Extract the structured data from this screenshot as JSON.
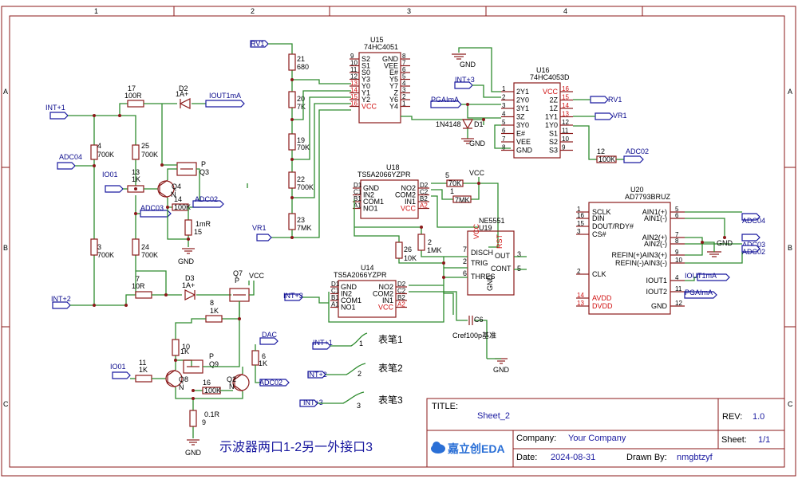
{
  "frame": {
    "col_labels": [
      "1",
      "2",
      "3",
      "4"
    ],
    "row_labels": [
      "A",
      "B",
      "C"
    ]
  },
  "title_block": {
    "title_label": "TITLE:",
    "title_value": "Sheet_2",
    "rev_label": "REV:",
    "rev_value": "1.0",
    "company_label": "Company:",
    "company_value": "Your Company",
    "sheet_label": "Sheet:",
    "sheet_value": "1/1",
    "date_label": "Date:",
    "date_value": "2024-08-31",
    "drawn_label": "Drawn By:",
    "drawn_value": "nmgbtzyf",
    "logo_text": "嘉立创EDA"
  },
  "ports": {
    "int1": "INT+1",
    "int2": "INT+2",
    "int3": "INT+3",
    "adc04": "ADC04",
    "adc03": "ADC03",
    "adc02": "ADC02",
    "io01": "IO01",
    "iout1ma": "IOUT1mA",
    "pgaima": "PGAImA",
    "rv1": "RV1",
    "vr1": "VR1",
    "vcc": "VCC",
    "gnd": "GND",
    "dac": "DAC"
  },
  "components": {
    "r17": {
      "ref": "17",
      "val": "100R"
    },
    "r4": {
      "ref": "4",
      "val": "700K"
    },
    "r25": {
      "ref": "25",
      "val": "700K"
    },
    "r13": {
      "ref": "13",
      "val": "1K"
    },
    "r14": {
      "ref": "14",
      "val": "100K"
    },
    "r15": {
      "ref": "15",
      "val": "1mR"
    },
    "r3": {
      "ref": "3",
      "val": "700K"
    },
    "r24": {
      "ref": "24",
      "val": "700K"
    },
    "r7": {
      "ref": "7",
      "val": "10R"
    },
    "r8": {
      "ref": "8",
      "val": "1K"
    },
    "r10": {
      "ref": "10",
      "val": "1K"
    },
    "r11": {
      "ref": "11",
      "val": "1K"
    },
    "r9": {
      "ref": "9",
      "val": "0.1R"
    },
    "r16": {
      "ref": "16",
      "val": "100K"
    },
    "r6": {
      "ref": "6",
      "val": "1K"
    },
    "r21": {
      "ref": "21",
      "val": "680"
    },
    "r20": {
      "ref": "20",
      "val": "7K"
    },
    "r19": {
      "ref": "19",
      "val": "70K"
    },
    "r22": {
      "ref": "22",
      "val": "700K"
    },
    "r23": {
      "ref": "23",
      "val": "7MK"
    },
    "r5": {
      "ref": "5",
      "val": "70K"
    },
    "r1": {
      "ref": "1",
      "val": "7MK"
    },
    "r2": {
      "ref": "2",
      "val": "1MK"
    },
    "r26": {
      "ref": "26",
      "val": "10K"
    },
    "r12": {
      "ref": "12",
      "val": "100K"
    },
    "d2": {
      "ref": "D2",
      "val": "1A+"
    },
    "d3": {
      "ref": "D3",
      "val": "1A+"
    },
    "d1": {
      "ref": "D1",
      "val": "1N4148"
    },
    "q3": {
      "ref": "Q3",
      "val": "P"
    },
    "q4": {
      "ref": "Q4",
      "val": "N"
    },
    "q7": {
      "ref": "Q7",
      "val": "P"
    },
    "q9": {
      "ref": "Q9",
      "val": "P"
    },
    "q8": {
      "ref": "Q8",
      "val": "N"
    },
    "q2": {
      "ref": "Q2",
      "val": "N"
    },
    "c6": {
      "ref": "C6",
      "val": "Cref100p基准"
    }
  },
  "u15": {
    "ref": "U15",
    "part": "74HC4051",
    "left_pins": [
      {
        "num": "9",
        "name": "S2"
      },
      {
        "num": "10",
        "name": "S1"
      },
      {
        "num": "11",
        "name": "S0"
      },
      {
        "num": "12",
        "name": "Y3"
      },
      {
        "num": "13",
        "name": "Y0"
      },
      {
        "num": "14",
        "name": "Y1"
      },
      {
        "num": "15",
        "name": "Y2"
      },
      {
        "num": "16",
        "name": "VCC"
      }
    ],
    "right_pins": [
      {
        "num": "8",
        "name": "GND"
      },
      {
        "num": "7",
        "name": "VEE"
      },
      {
        "num": "6",
        "name": "E#"
      },
      {
        "num": "5",
        "name": "Y5"
      },
      {
        "num": "4",
        "name": "Y7"
      },
      {
        "num": "3",
        "name": "Z"
      },
      {
        "num": "2",
        "name": "Y6"
      },
      {
        "num": "1",
        "name": "Y4"
      }
    ]
  },
  "u16": {
    "ref": "U16",
    "part": "74HC4053D",
    "left_pins": [
      {
        "num": "1",
        "name": "2Y1"
      },
      {
        "num": "2",
        "name": "2Y0"
      },
      {
        "num": "3",
        "name": "3Y1"
      },
      {
        "num": "4",
        "name": "3Z"
      },
      {
        "num": "5",
        "name": "3Y0"
      },
      {
        "num": "6",
        "name": "E#"
      },
      {
        "num": "7",
        "name": "VEE"
      },
      {
        "num": "8",
        "name": "GND"
      }
    ],
    "right_pins": [
      {
        "num": "16",
        "name": "VCC"
      },
      {
        "num": "15",
        "name": "2Z"
      },
      {
        "num": "14",
        "name": "1Z"
      },
      {
        "num": "13",
        "name": "1Y1"
      },
      {
        "num": "12",
        "name": "1Y0"
      },
      {
        "num": "11",
        "name": "S1"
      },
      {
        "num": "10",
        "name": "S2"
      },
      {
        "num": "9",
        "name": "S3"
      }
    ]
  },
  "u18": {
    "ref": "U18",
    "part": "TS5A2066YZPR",
    "left_pins": [
      {
        "num": "D1",
        "name": "GND"
      },
      {
        "num": "C1",
        "name": "IN2"
      },
      {
        "num": "B1",
        "name": "COM1"
      },
      {
        "num": "A1",
        "name": "NO1"
      }
    ],
    "right_pins": [
      {
        "num": "D2",
        "name": "NO2"
      },
      {
        "num": "C2",
        "name": "COM2"
      },
      {
        "num": "B2",
        "name": "IN1"
      },
      {
        "num": "A2",
        "name": "VCC"
      }
    ]
  },
  "u14": {
    "ref": "U14",
    "part": "TS5A2066YZPR",
    "left_pins": [
      {
        "num": "D1",
        "name": "GND"
      },
      {
        "num": "C1",
        "name": "IN2"
      },
      {
        "num": "B1",
        "name": "COM1"
      },
      {
        "num": "A1",
        "name": "NO1"
      }
    ],
    "right_pins": [
      {
        "num": "D2",
        "name": "NO2"
      },
      {
        "num": "C2",
        "name": "COM2"
      },
      {
        "num": "B2",
        "name": "IN1"
      },
      {
        "num": "A2",
        "name": "VCC"
      }
    ]
  },
  "u19": {
    "ref": "U19",
    "part": "NE5551",
    "pins": [
      {
        "num": "8",
        "name": "VCC"
      },
      {
        "num": "4",
        "name": "RST"
      },
      {
        "num": "3",
        "name": "OUT"
      },
      {
        "num": "5",
        "name": "CONT"
      },
      {
        "num": "7",
        "name": "DISCH"
      },
      {
        "num": "2",
        "name": "TRIG"
      },
      {
        "num": "6",
        "name": "THRES"
      },
      {
        "num": "1",
        "name": "GND"
      }
    ]
  },
  "u20": {
    "ref": "U20",
    "part": "AD7793BRUZ",
    "left_pins": [
      {
        "num": "1",
        "name": "SCLK"
      },
      {
        "num": "16",
        "name": "DIN"
      },
      {
        "num": "15",
        "name": "DOUT/RDY#"
      },
      {
        "num": "3",
        "name": "CS#"
      },
      {
        "num": "2",
        "name": "CLK"
      },
      {
        "num": "14",
        "name": "AVDD"
      },
      {
        "num": "13",
        "name": "DVDD"
      }
    ],
    "right_pins": [
      {
        "num": "5",
        "name": "AIN1(+)"
      },
      {
        "num": "6",
        "name": "AIN1(-)"
      },
      {
        "num": "7",
        "name": "AIN2(+)"
      },
      {
        "num": "8",
        "name": "AIN2(-)"
      },
      {
        "num": "9",
        "name": "REFIN(+)AIN3(+)"
      },
      {
        "num": "10",
        "name": "REFIN(-)AIN3(-)"
      },
      {
        "num": "4",
        "name": "IOUT1"
      },
      {
        "num": "11",
        "name": "IOUT2"
      },
      {
        "num": "12",
        "name": "GND"
      }
    ]
  },
  "probe": {
    "pen1": "表笔1",
    "pen2": "表笔2",
    "pen3": "表笔3",
    "n1": "1",
    "n2": "2",
    "n3": "3"
  },
  "note": "示波器两口1-2另一外接口3"
}
